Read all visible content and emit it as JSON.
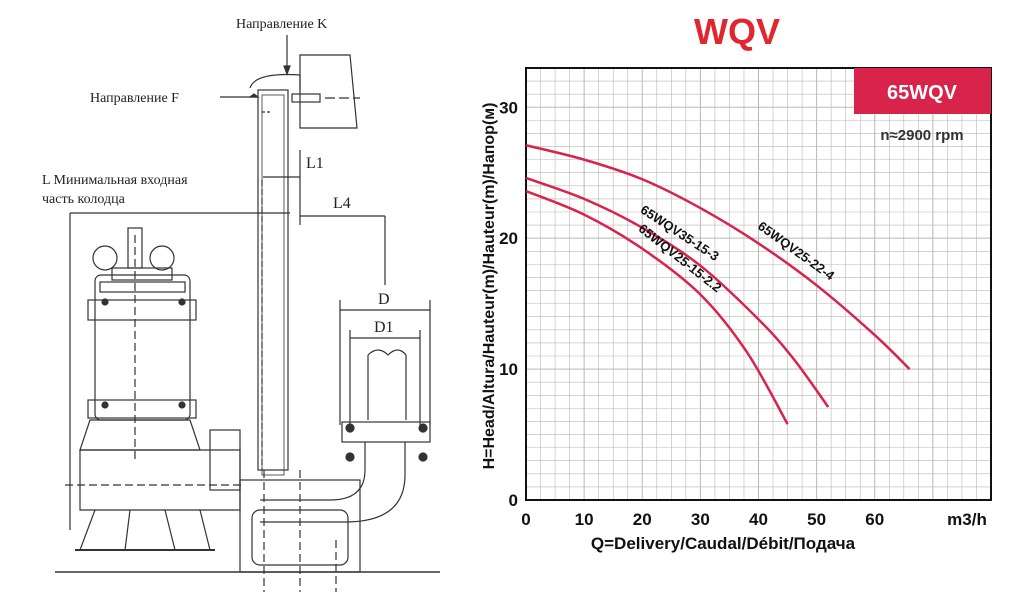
{
  "diagram": {
    "label_direction_k": "Направление K",
    "label_direction_f": "Направление F",
    "label_min_inlet_line1": "L Минимальная входная",
    "label_min_inlet_line2": "часть колодца",
    "label_l1": "L1",
    "label_l4": "L4",
    "label_d": "D",
    "label_d1": "D1"
  },
  "chart_data": {
    "type": "line",
    "title": "WQV",
    "badge": "65WQV",
    "speed_note": "n≈2900 rpm",
    "xlabel": "Q=Delivery/Caudal/Débit/Подача",
    "xunit": "m3/h",
    "ylabel": "H=Head/Altura/Hauteur(m)/Hauteur(m)/Напор(м)",
    "ylabel_display": "H=Head/Altura/Hauteur(m)/Hauteur(m)/Напор(м)",
    "xlim": [
      0,
      80
    ],
    "ylim": [
      0,
      33
    ],
    "xticks": [
      0,
      10,
      20,
      30,
      40,
      50,
      60
    ],
    "yticks": [
      0,
      10,
      20,
      30
    ],
    "grid": true,
    "colors": {
      "title": "#e0262e",
      "badge_bg": "#d8234a",
      "curve": "#d8234a",
      "grid": "#b8b8b8"
    },
    "series": [
      {
        "name": "65WQV25-22-4",
        "x": [
          0,
          10,
          20,
          30,
          40,
          50,
          60,
          66
        ],
        "y": [
          27.1,
          26.0,
          24.5,
          22.3,
          19.6,
          16.4,
          12.6,
          10.0
        ]
      },
      {
        "name": "65WQV35-15-3",
        "x": [
          0,
          10,
          20,
          30,
          40,
          46,
          52
        ],
        "y": [
          24.6,
          23.0,
          20.8,
          17.9,
          13.8,
          10.8,
          7.1
        ]
      },
      {
        "name": "65WQV25-15-2.2",
        "x": [
          0,
          10,
          20,
          30,
          38,
          45
        ],
        "y": [
          23.6,
          21.8,
          19.2,
          15.7,
          11.3,
          5.8
        ]
      }
    ]
  }
}
